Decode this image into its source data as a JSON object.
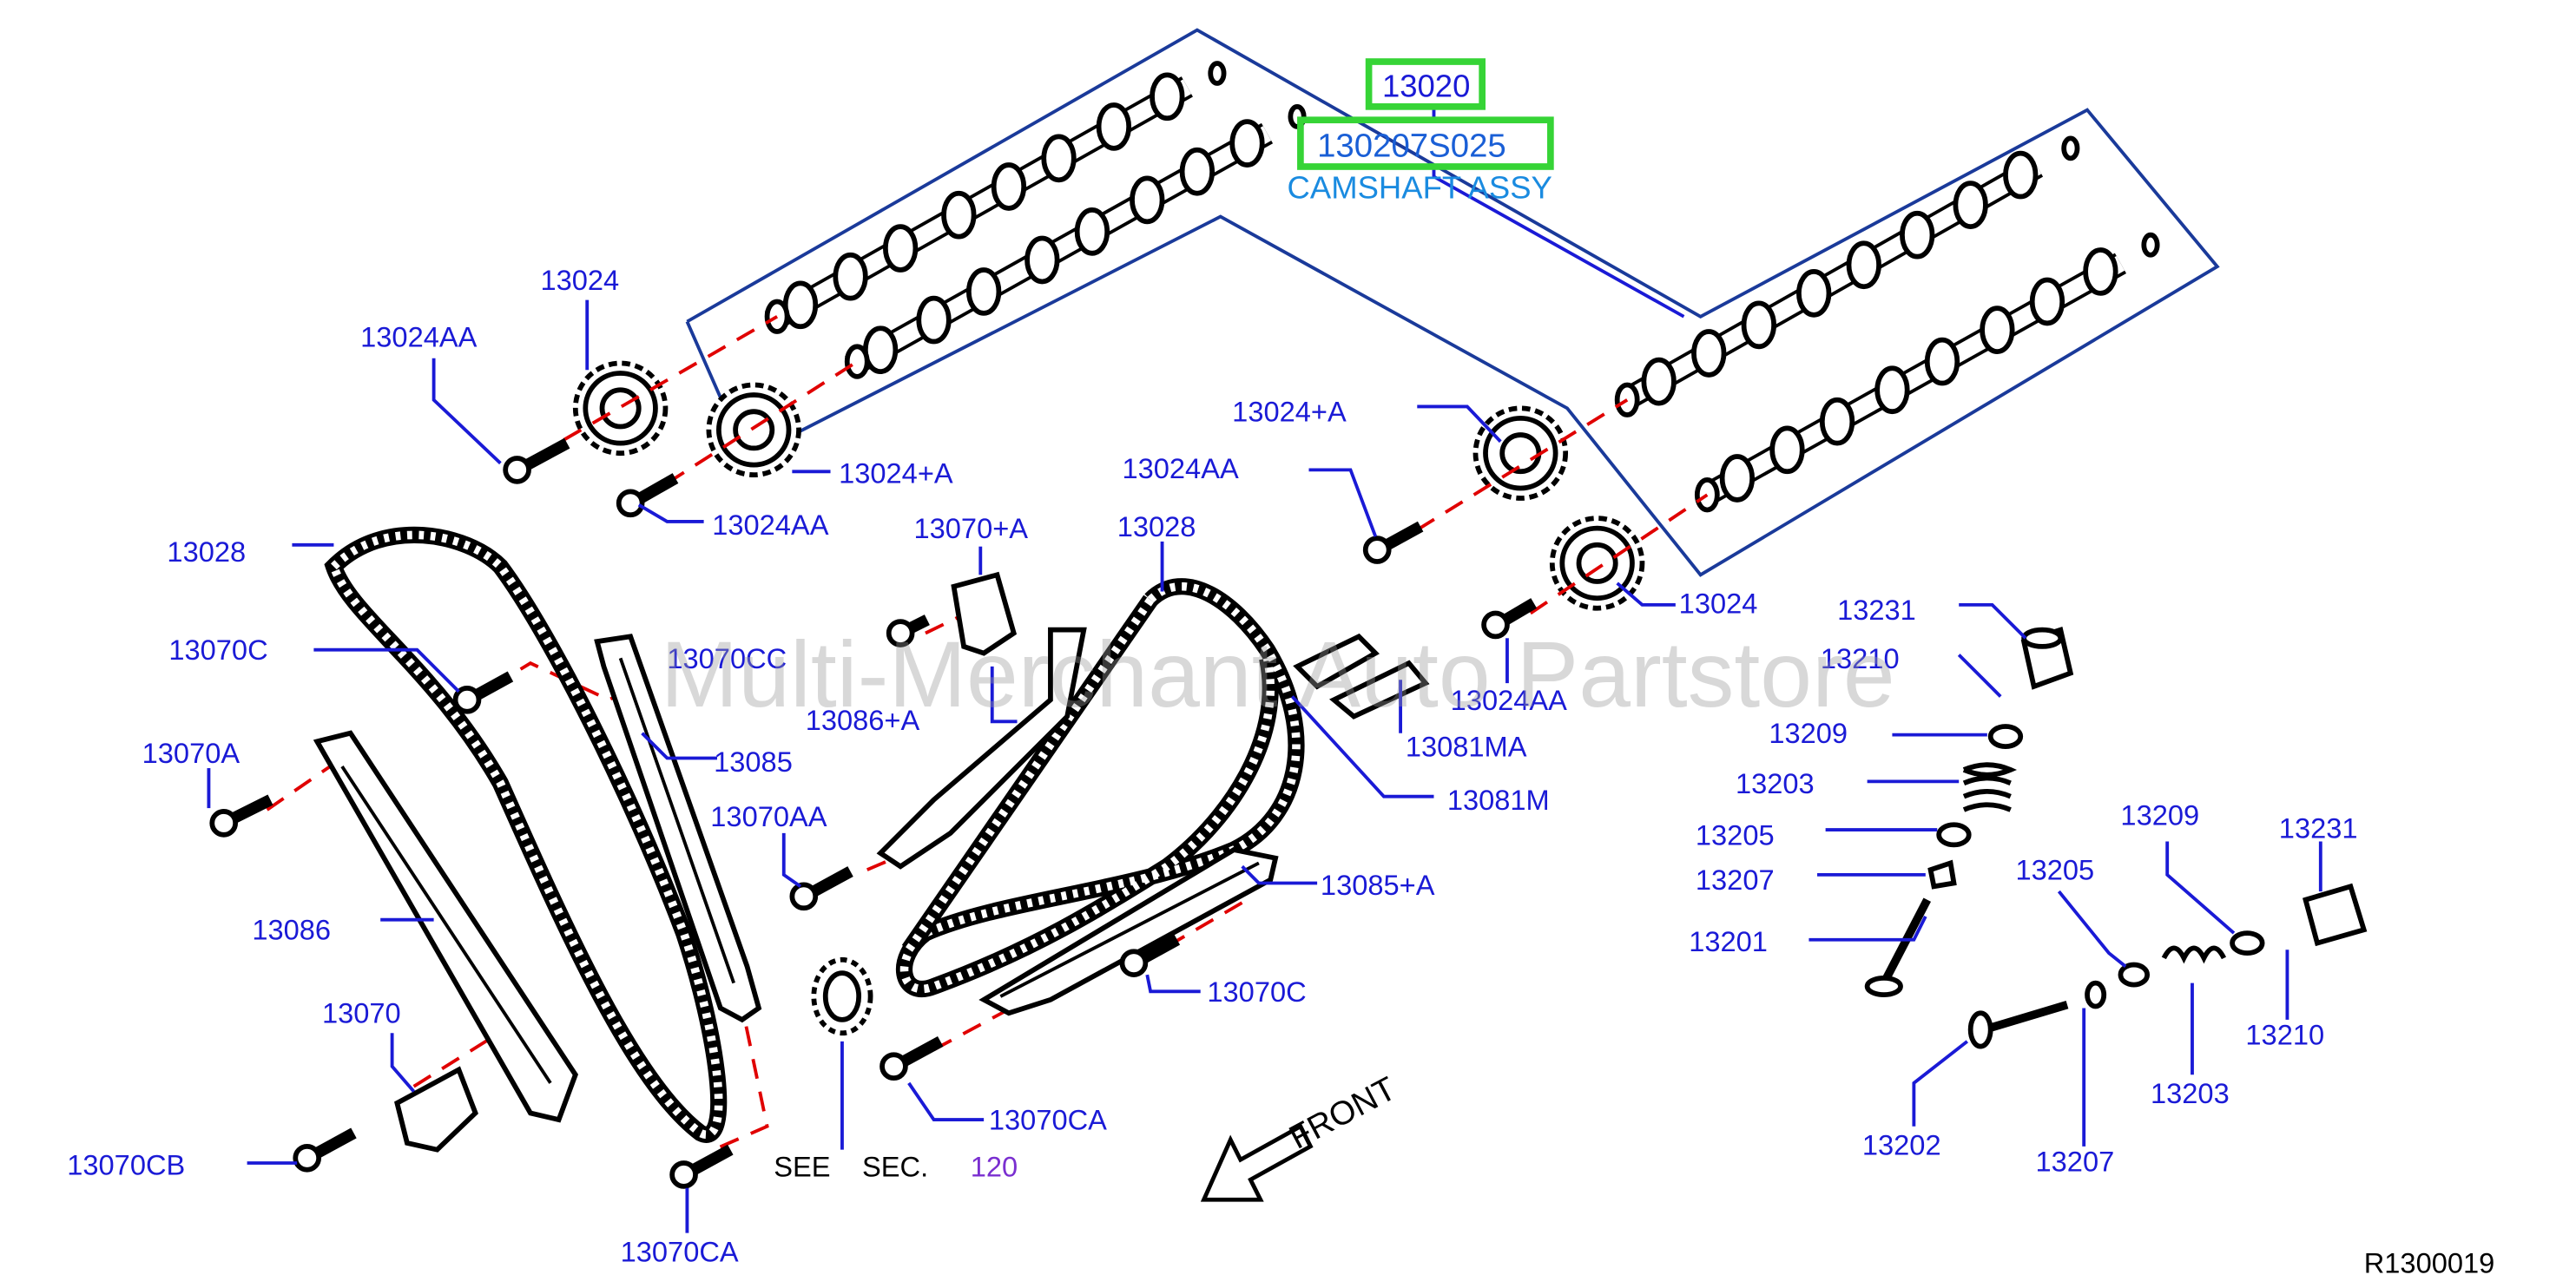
{
  "watermark": "Multi-Merchant Auto Partstore",
  "reference_code": "R1300019",
  "front_label": "FRONT",
  "see_section": {
    "see": "SEE",
    "sec": "SEC.",
    "number": "120"
  },
  "camshaft": {
    "part_no": "13020",
    "part_variant": "130207S025",
    "name": "CAMSHAFT ASSY",
    "highlight_color": "#36d436"
  },
  "colors": {
    "label": "#1a1ad6",
    "camshaft_label": "#1a8be0",
    "section_ref": "#7a2fd0",
    "dashed_line": "#e00000"
  },
  "callouts": [
    "13024",
    "13024AA",
    "13024+A",
    "13024AA",
    "13028",
    "13070C",
    "13070A",
    "13086",
    "13070",
    "13070CB",
    "13070CC",
    "13085",
    "13070+A",
    "13086+A",
    "13070AA",
    "13028",
    "13085+A",
    "13070C",
    "13070CA",
    "13070CA",
    "13024+A",
    "13024AA",
    "13024",
    "13024AA",
    "13081MA",
    "13081M",
    "13231",
    "13210",
    "13209",
    "13203",
    "13205",
    "13207",
    "13201",
    "13209",
    "13231",
    "13205",
    "13210",
    "13203",
    "13202",
    "13207"
  ]
}
